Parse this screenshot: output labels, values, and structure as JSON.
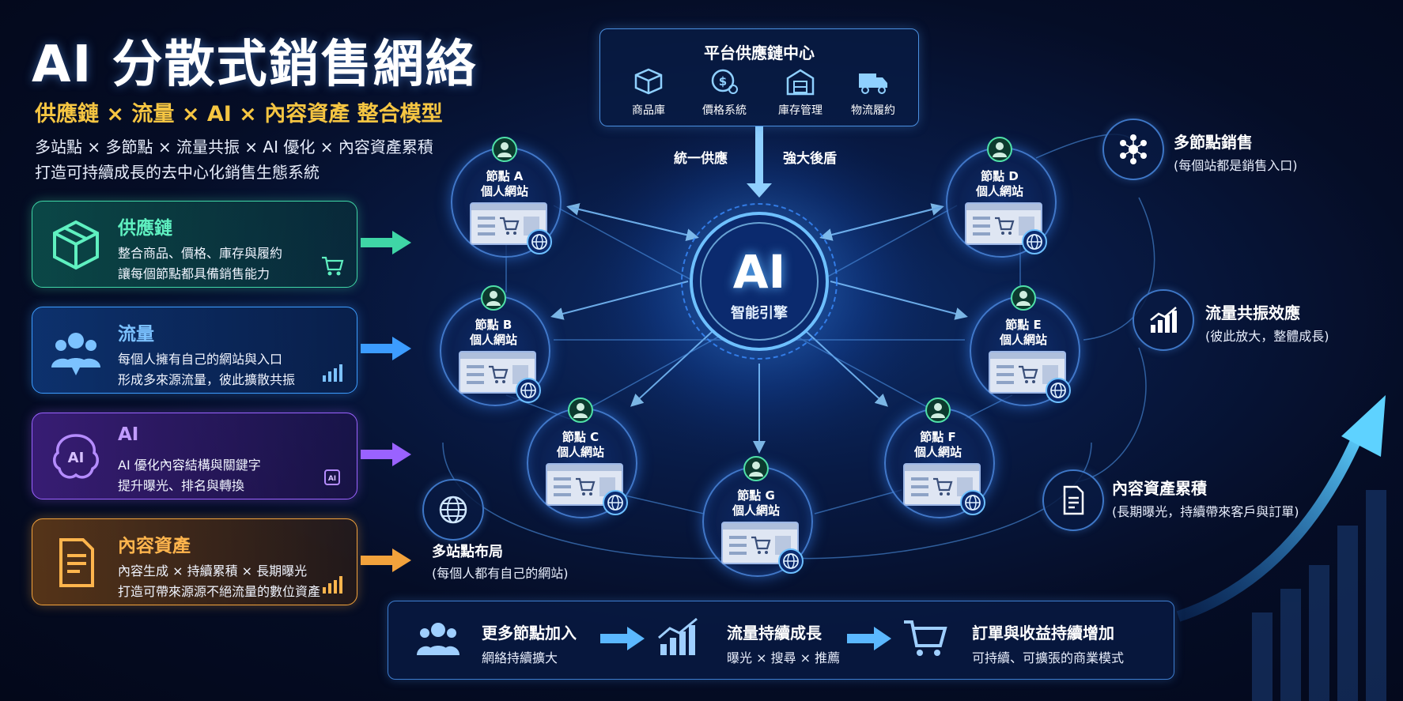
{
  "title": "AI 分散式銷售網絡",
  "subtitle": "供應鏈 × 流量 × AI × 內容資產 整合模型",
  "description": [
    "多站點 × 多節點 × 流量共振 × AI 優化 × 內容資產累積",
    "打造可持續成長的去中心化銷售生態系統"
  ],
  "cards": [
    {
      "title": "供應鏈",
      "lines": [
        "整合商品、價格、庫存與履約",
        "讓每個節點都具備銷售能力"
      ],
      "icon": "box-icon",
      "side_icon": "cart-icon",
      "color": "#3fd6a6"
    },
    {
      "title": "流量",
      "lines": [
        "每個人擁有自己的網站與入口",
        "形成多來源流量，彼此擴散共振"
      ],
      "icon": "users-icon",
      "side_icon": "growth-chart-icon",
      "color": "#3c9cff"
    },
    {
      "title": "AI",
      "lines": [
        "AI 優化內容結構與關鍵字",
        "提升曝光、排名與轉換"
      ],
      "icon": "ai-brain-icon",
      "side_icon": "ai-chip-icon",
      "color": "#9a62ff"
    },
    {
      "title": "內容資產",
      "lines": [
        "內容生成 × 持續累積 × 長期曝光",
        "打造可帶來源源不絕流量的數位資產"
      ],
      "icon": "document-icon",
      "side_icon": "growth-chart-icon",
      "color": "#f2a23c"
    }
  ],
  "platform": {
    "title": "平台供應鏈中心",
    "items": [
      {
        "label": "商品庫",
        "icon": "box-icon"
      },
      {
        "label": "價格系統",
        "icon": "price-icon"
      },
      {
        "label": "庫存管理",
        "icon": "inventory-icon"
      },
      {
        "label": "物流履約",
        "icon": "truck-icon"
      }
    ]
  },
  "center_labels": {
    "left": "統一供應",
    "right": "強大後盾"
  },
  "core": {
    "title": "AI",
    "subtitle": "智能引擎"
  },
  "nodes": [
    {
      "name": "節點 A",
      "type": "個人網站"
    },
    {
      "name": "節點 B",
      "type": "個人網站"
    },
    {
      "name": "節點 C",
      "type": "個人網站"
    },
    {
      "name": "節點 G",
      "type": "個人網站"
    },
    {
      "name": "節點 F",
      "type": "個人網站"
    },
    {
      "name": "節點 E",
      "type": "個人網站"
    },
    {
      "name": "節點 D",
      "type": "個人網站"
    }
  ],
  "multi_site": {
    "title": "多站點布局",
    "subtitle": "(每個人都有自己的網站)"
  },
  "right_features": [
    {
      "title": "多節點銷售",
      "subtitle": "(每個站都是銷售入口)",
      "icon": "network-icon"
    },
    {
      "title": "流量共振效應",
      "subtitle": "(彼此放大，整體成長)",
      "icon": "growth-chart-icon"
    },
    {
      "title": "內容資產累積",
      "subtitle": "(長期曝光，持續帶來客戶與訂單)",
      "icon": "document-icon"
    }
  ],
  "bottom_steps": [
    {
      "title": "更多節點加入",
      "subtitle": "網絡持續擴大",
      "icon": "users-icon"
    },
    {
      "title": "流量持續成長",
      "subtitle": "曝光 × 搜尋 × 推薦",
      "icon": "growth-chart-icon"
    },
    {
      "title": "訂單與收益持續增加",
      "subtitle": "可持續、可擴張的商業模式",
      "icon": "cart-icon"
    }
  ]
}
